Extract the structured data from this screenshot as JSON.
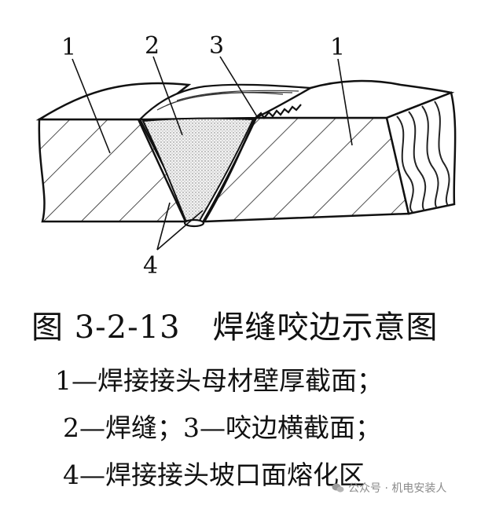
{
  "labels": {
    "base_left": "1",
    "weld": "2",
    "undercut": "3",
    "base_right": "1",
    "fusion": "4"
  },
  "caption": {
    "title": "图 3-2-13　焊缝咬边示意图",
    "lines": [
      "1—焊接接头母材壁厚截面；",
      "2—焊缝；3—咬边横截面；",
      "4—焊接接头坡口面熔化区"
    ]
  },
  "watermark": {
    "text": "公众号 · 机电安装人"
  }
}
